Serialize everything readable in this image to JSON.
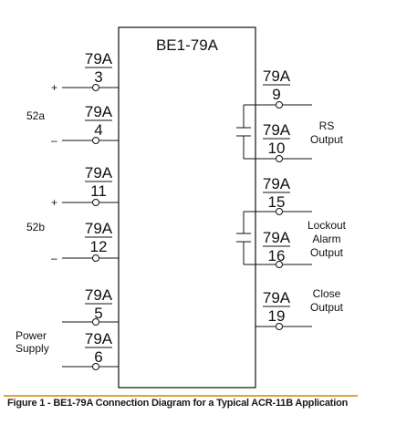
{
  "device": {
    "title": "BE1-79A"
  },
  "left_terminals": [
    {
      "code": "79A",
      "number": "3"
    },
    {
      "code": "79A",
      "number": "4"
    },
    {
      "code": "79A",
      "number": "11"
    },
    {
      "code": "79A",
      "number": "12"
    },
    {
      "code": "79A",
      "number": "5"
    },
    {
      "code": "79A",
      "number": "6"
    }
  ],
  "right_terminals": [
    {
      "code": "79A",
      "number": "9"
    },
    {
      "code": "79A",
      "number": "10"
    },
    {
      "code": "79A",
      "number": "15"
    },
    {
      "code": "79A",
      "number": "16"
    },
    {
      "code": "79A",
      "number": "19"
    }
  ],
  "polarity": {
    "plus": "+",
    "minus": "–"
  },
  "left_labels": {
    "52a": "52a",
    "52b": "52b",
    "power_line1": "Power",
    "power_line2": "Supply"
  },
  "right_labels": {
    "rs_line1": "RS",
    "rs_line2": "Output",
    "lockout_line1": "Lockout",
    "lockout_line2": "Alarm",
    "lockout_line3": "Output",
    "close_line1": "Close",
    "close_line2": "Output"
  },
  "caption": "Figure 1 - BE1-79A Connection Diagram for a Typical ACR-11B Application"
}
